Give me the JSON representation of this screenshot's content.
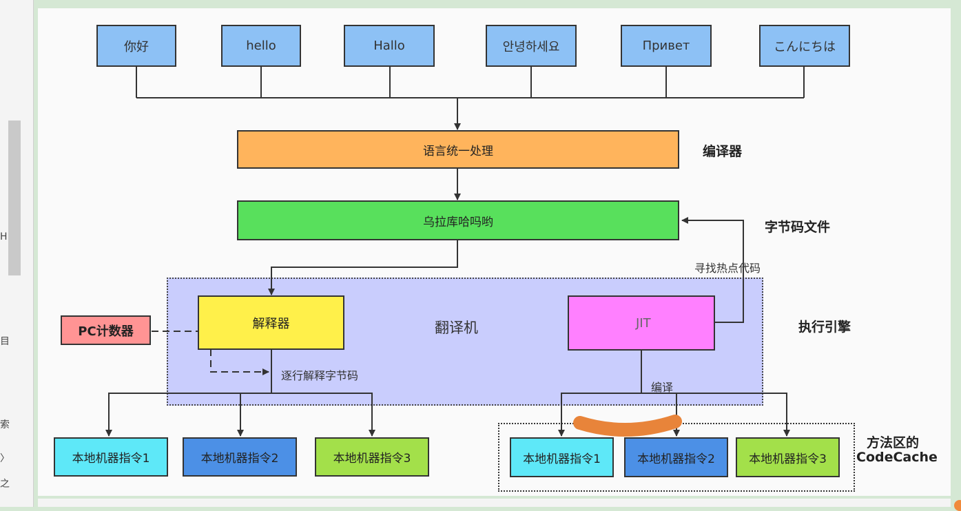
{
  "languages": [
    "你好",
    "hello",
    "Hallo",
    "안녕하세요",
    "Привет",
    "こんにちは"
  ],
  "diagram": {
    "unified_processing": "语言统一处理",
    "bytecode_box": "乌拉库哈吗哟",
    "interpreter": "解释器",
    "translator": "翻译机",
    "jit": "JIT",
    "pc_counter": "PC计数器",
    "line_by_line": "逐行解释字节码",
    "find_hot_code": "寻找热点代码",
    "compile": "编译",
    "native_left": [
      "本地机器指令1",
      "本地机器指令2",
      "本地机器指令3"
    ],
    "native_right": [
      "本地机器指令1",
      "本地机器指令2",
      "本地机器指令3"
    ]
  },
  "side_labels": {
    "compiler": "编译器",
    "bytecode_file": "字节码文件",
    "execution_engine": "执行引擎",
    "method_area_1": "方法区的",
    "method_area_2": "CodeCache"
  },
  "left_panel_glyphs": [
    "H",
    "目",
    "索",
    "〉",
    "之"
  ],
  "colors": {
    "language_box": "#8dc1f5",
    "unified_box": "#ffb45c",
    "bytecode_box": "#58e05c",
    "interpreter_box": "#fff04a",
    "jit_box": "#ff80ff",
    "pc_box": "#ff9494",
    "engine_region": "#c9cdfd",
    "native_cyan": "#5ee8f8",
    "native_blue": "#4c90e6",
    "native_green": "#a3e04a",
    "marker_stroke": "#e8843a"
  }
}
